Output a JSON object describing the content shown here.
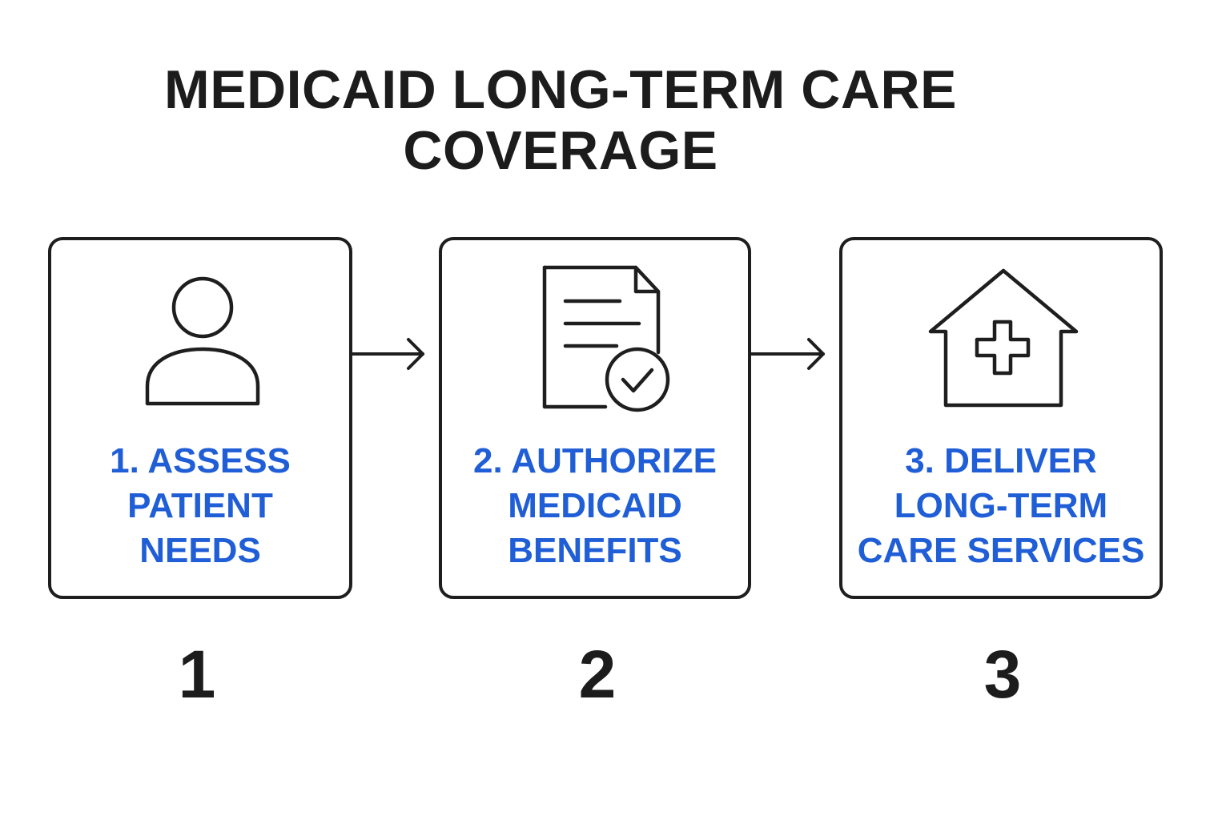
{
  "title": {
    "line1": "MEDICAID LONG-TERM CARE",
    "line2": "COVERAGE"
  },
  "colors": {
    "text": "#1c1c1c",
    "accent": "#1f5ed6",
    "stroke": "#1e1e1e"
  },
  "steps": [
    {
      "icon": "person-icon",
      "label_lines": [
        "1. ASSESS",
        "PATIENT",
        "NEEDS"
      ],
      "number": "1"
    },
    {
      "icon": "document-check-icon",
      "label_lines": [
        "2. AUTHORIZE",
        "MEDICAID",
        "BENEFITS"
      ],
      "number": "2"
    },
    {
      "icon": "medical-house-icon",
      "label_lines": [
        "3. DELIVER",
        "LONG-TERM",
        "CARE SERVICES"
      ],
      "number": "3"
    }
  ]
}
